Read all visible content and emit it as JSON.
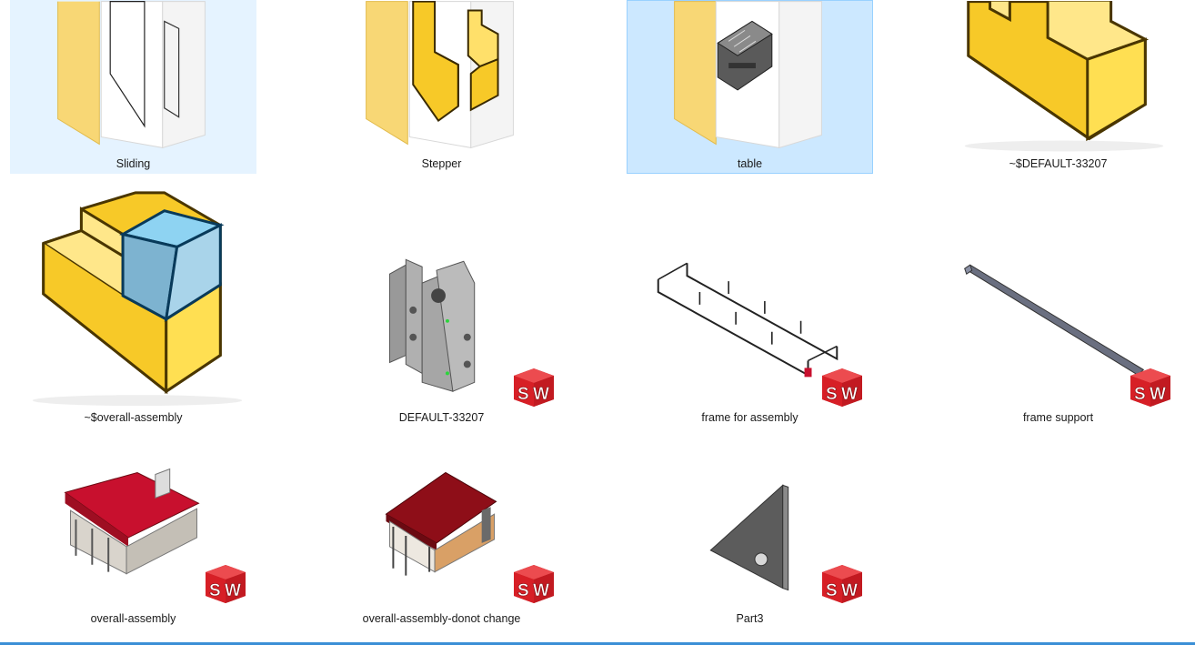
{
  "colors": {
    "hover_bg": "#e5f3ff",
    "selected_bg": "#cce8ff",
    "selected_border": "#99d1ff",
    "folder_yellow": "#f8d775",
    "part_yellow": "#f7c928",
    "sw_red": "#d71f26"
  },
  "items": [
    {
      "name": "Sliding",
      "type": "folder",
      "state": "hover",
      "icon": "folder-icon"
    },
    {
      "name": "Stepper",
      "type": "folder",
      "state": "normal",
      "icon": "folder-icon"
    },
    {
      "name": "table",
      "type": "folder",
      "state": "selected",
      "icon": "folder-icon"
    },
    {
      "name": "~$DEFAULT-33207",
      "type": "part-file",
      "state": "normal",
      "icon": "solidworks-part-icon"
    },
    {
      "name": "~$overall-assembly",
      "type": "assembly-file",
      "state": "normal",
      "icon": "solidworks-assembly-icon"
    },
    {
      "name": "DEFAULT-33207",
      "type": "solidworks-thumbnail",
      "state": "normal",
      "icon": "solidworks-badge-icon"
    },
    {
      "name": "frame for assembly",
      "type": "solidworks-thumbnail",
      "state": "normal",
      "icon": "solidworks-badge-icon"
    },
    {
      "name": "frame support",
      "type": "solidworks-thumbnail",
      "state": "normal",
      "icon": "solidworks-badge-icon"
    },
    {
      "name": "overall-assembly",
      "type": "solidworks-thumbnail",
      "state": "normal",
      "icon": "solidworks-badge-icon"
    },
    {
      "name": "overall-assembly-donot change",
      "type": "solidworks-thumbnail",
      "state": "normal",
      "icon": "solidworks-badge-icon"
    },
    {
      "name": "Part3",
      "type": "solidworks-thumbnail",
      "state": "normal",
      "icon": "solidworks-badge-icon"
    }
  ]
}
